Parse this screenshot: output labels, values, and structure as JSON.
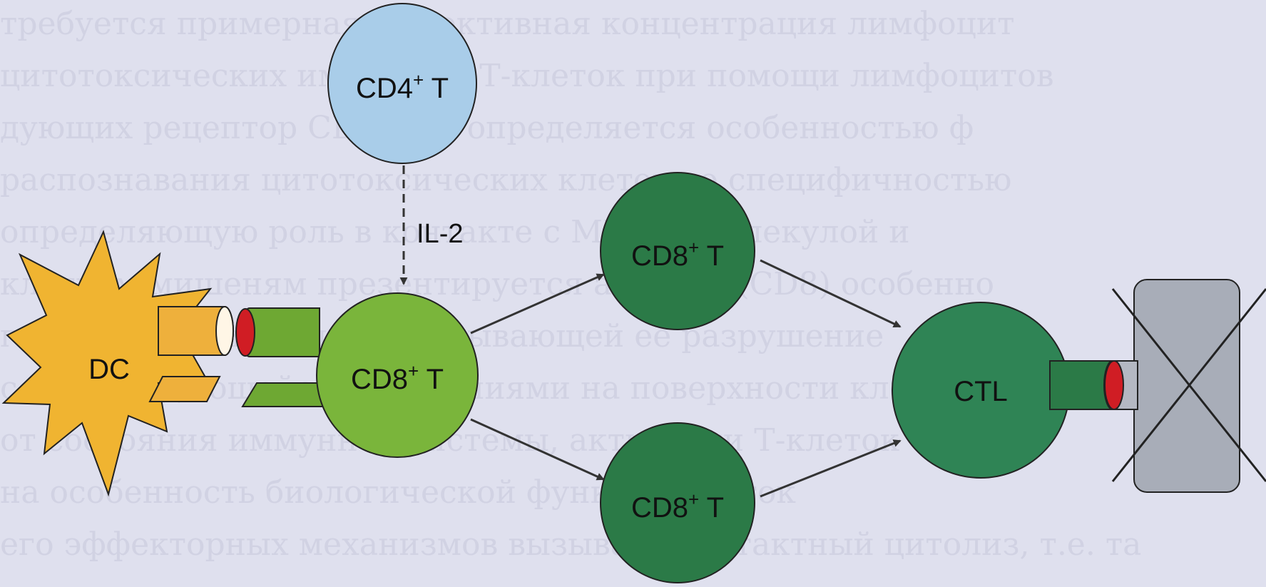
{
  "colors": {
    "background": "#dfe0ee",
    "cd4": "#a9cde9",
    "cd8_activated": "#7ab53b",
    "cd8_clone": "#2b7a47",
    "ctl": "#2f8455",
    "dc": "#f0b431",
    "mhc": "#eeb03c",
    "tcr": "#6ea833",
    "peptide": "#d01d24",
    "target_cell": "#a8adb8",
    "arrow": "#333333"
  },
  "nodes": {
    "dc": {
      "label": "DC"
    },
    "cd4": {
      "base": "CD4",
      "sup": "+",
      "suffix": " T"
    },
    "cd8_main": {
      "base": "CD8",
      "sup": "+",
      "suffix": " T"
    },
    "cd8_top": {
      "base": "CD8",
      "sup": "+",
      "suffix": " T"
    },
    "cd8_bottom": {
      "base": "CD8",
      "sup": "+",
      "suffix": " T"
    },
    "ctl": {
      "label": "CTL"
    }
  },
  "edges": {
    "cytokine": {
      "label": "IL-2"
    }
  },
  "background_text": [
    "требуется примерная эффективная концентрация лимфоцит",
    "цитотоксических иммунных Т-клеток при помощи лимфоцитов",
    "дующих рецептор CD8. Это определяется особенностью ф",
    "распознавания цитотоксических клеток со специфичностью",
    "определяющую роль в контакте с МНС-I (молекулой и",
    "клеткам-мишеням презентируется антиген (CD8) особенно",
    "гибели клетки-мишени, вызывающей её разрушение",
    "сопровождающейся изменениями на поверхности клеток",
    "от состояния иммунной системы, активации Т-клеток",
    "на особенность биологической функции клеток",
    "его эффекторных механизмов вызывает контактный цитолиз, т.е. та"
  ]
}
